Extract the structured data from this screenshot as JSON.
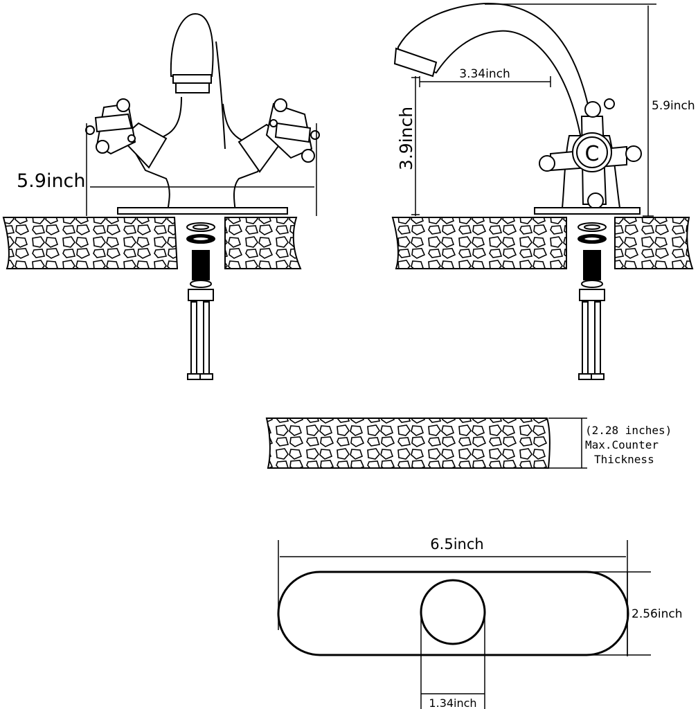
{
  "front_view": {
    "height_label": "5.9inch"
  },
  "side_view": {
    "spout_reach_label": "3.34inch",
    "spout_height_label": "3.9inch",
    "total_height_label": "5.9inch",
    "handle_letter": "C"
  },
  "counter": {
    "thickness_line1": "(2.28  inches)",
    "thickness_line2": "Max.Counter",
    "thickness_line3": "Thickness"
  },
  "deck_plate": {
    "length_label": "6.5inch",
    "width_label": "2.56inch",
    "hole_label": "1.34inch"
  },
  "colors": {
    "line": "#000000",
    "background": "#ffffff"
  }
}
